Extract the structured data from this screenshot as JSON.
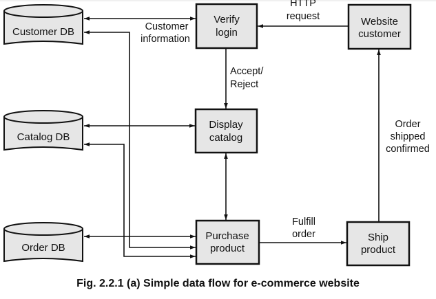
{
  "figure": {
    "caption": "Fig. 2.2.1 (a) Simple data flow for e-commerce website"
  },
  "colors": {
    "node_fill": "#e6e6e6",
    "stroke": "#111111",
    "background": "#ffffff"
  },
  "data_stores": [
    {
      "id": "customer_db",
      "label": "Customer DB"
    },
    {
      "id": "catalog_db",
      "label": "Catalog DB"
    },
    {
      "id": "order_db",
      "label": "Order DB"
    }
  ],
  "processes": [
    {
      "id": "verify_login",
      "lines": [
        "Verify",
        "login"
      ]
    },
    {
      "id": "display_catalog",
      "lines": [
        "Display",
        "catalog"
      ]
    },
    {
      "id": "purchase_product",
      "lines": [
        "Purchase",
        "product"
      ]
    },
    {
      "id": "website_customer",
      "lines": [
        "Website",
        "customer"
      ]
    },
    {
      "id": "ship_product",
      "lines": [
        "Ship",
        "product"
      ]
    }
  ],
  "flows": [
    {
      "from": "website_customer",
      "to": "verify_login",
      "label": [
        "HTTP",
        "request"
      ]
    },
    {
      "from": "verify_login",
      "to": "customer_db",
      "bidirectional": true,
      "label": [
        "Customer",
        "information"
      ]
    },
    {
      "from": "verify_login",
      "to": "display_catalog",
      "label": [
        "Accept/",
        "Reject"
      ]
    },
    {
      "from": "display_catalog",
      "to": "catalog_db",
      "bidirectional": true,
      "label": []
    },
    {
      "from": "display_catalog",
      "to": "purchase_product",
      "bidirectional": true,
      "label": []
    },
    {
      "from": "purchase_product",
      "to": "order_db",
      "bidirectional": true,
      "label": []
    },
    {
      "from": "purchase_product",
      "to": "customer_db",
      "bidirectional": true,
      "label": []
    },
    {
      "from": "purchase_product",
      "to": "catalog_db",
      "bidirectional": true,
      "label": []
    },
    {
      "from": "purchase_product",
      "to": "ship_product",
      "label": [
        "Fulfill",
        "order"
      ]
    },
    {
      "from": "ship_product",
      "to": "website_customer",
      "label": [
        "Order",
        "shipped",
        "confirmed"
      ]
    }
  ]
}
